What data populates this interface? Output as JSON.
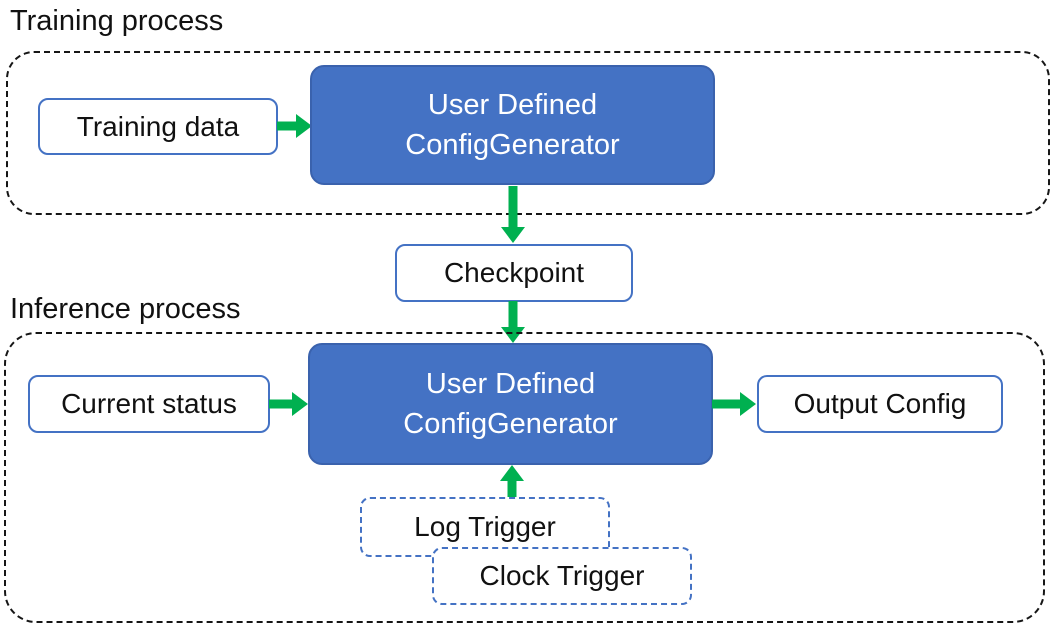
{
  "titles": {
    "training": "Training process",
    "inference": "Inference process"
  },
  "nodes": {
    "training_data": {
      "label": "Training data"
    },
    "generator_training": {
      "line1": "User Defined",
      "line2": "ConfigGenerator"
    },
    "checkpoint": {
      "label": "Checkpoint"
    },
    "current_status": {
      "label": "Current status"
    },
    "generator_inference": {
      "line1": "User Defined",
      "line2": "ConfigGenerator"
    },
    "output_config": {
      "label": "Output Config"
    },
    "log_trigger": {
      "label": "Log Trigger"
    },
    "clock_trigger": {
      "label": "Clock Trigger"
    }
  },
  "colors": {
    "generator_fill": "#4472C4",
    "generator_border": "#3A62AD",
    "io_box_border": "#4472C4",
    "trigger_border": "#4472C4",
    "container_border": "#161616",
    "arrow": "#00B050",
    "text_dark": "#111111",
    "text_light": "#FFFFFF",
    "background": "#FFFFFF"
  }
}
